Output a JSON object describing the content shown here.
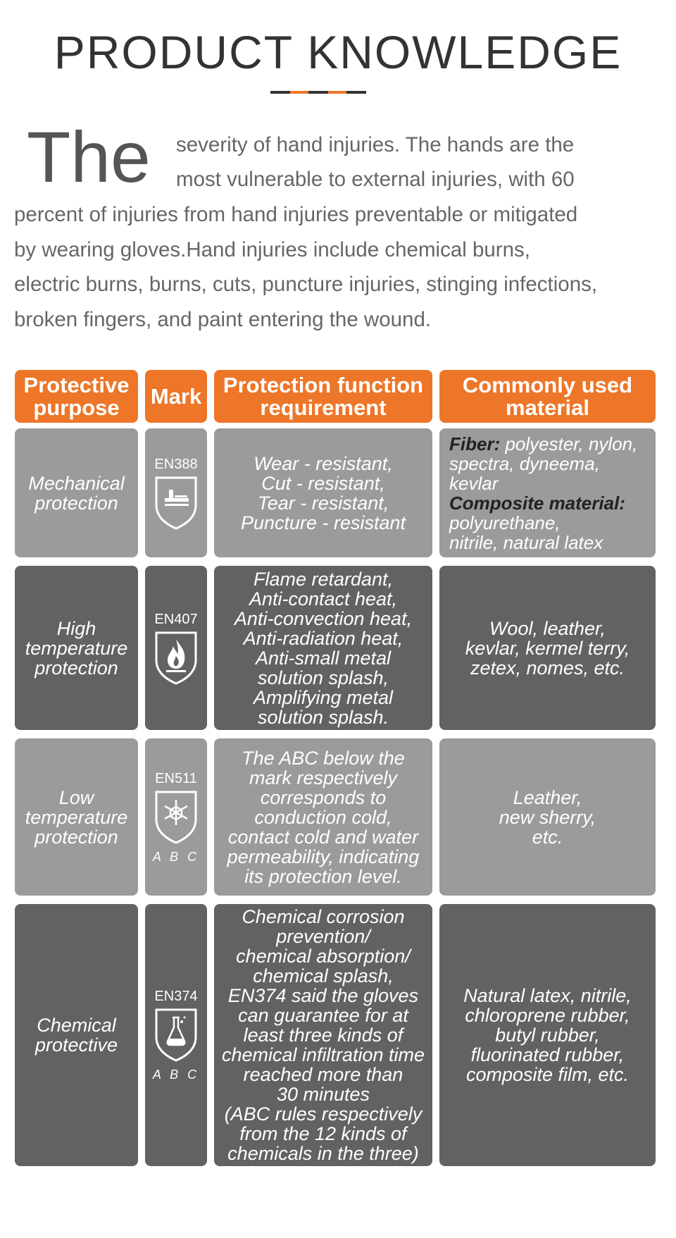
{
  "title": "PRODUCT KNOWLEDGE",
  "intro": {
    "drop_word": "The",
    "lines": [
      "severity of hand injuries. The hands are the",
      "most vulnerable to external injuries, with 60",
      "percent of injuries from hand injuries preventable or mitigated",
      "by wearing gloves.Hand injuries include chemical burns,",
      "electric burns, burns, cuts, puncture injuries, stinging infections,",
      "broken fingers, and paint entering the wound."
    ]
  },
  "colors": {
    "accent": "#ed7628",
    "dark_bar": "#333333",
    "light_cell": "#9b9b9b",
    "dark_cell": "#626262"
  },
  "table": {
    "headers": [
      "Protective\npurpose",
      "Mark",
      "Protection function\nrequirement",
      "Commonly used\nmaterial"
    ],
    "rows": [
      {
        "purpose": "Mechanical\nprotection",
        "mark_code": "EN388",
        "mark_icon": "mechanical-shield-icon",
        "mark_sub": "",
        "function": "Wear - resistant,\nCut - resistant,\nTear - resistant,\nPuncture - resistant",
        "material_fiber_label": "Fiber:",
        "material_fiber": " polyester, nylon,\nspectra, dyneema,\nkevlar",
        "material_comp_label": "Composite material:",
        "material_comp": "\n polyurethane,\nnitrile, natural latex"
      },
      {
        "purpose": "High\ntemperature\nprotection",
        "mark_code": "EN407",
        "mark_icon": "flame-shield-icon",
        "mark_sub": "",
        "function": "Flame retardant,\nAnti-contact heat,\nAnti-convection heat,\nAnti-radiation heat,\nAnti-small metal\nsolution splash,\nAmplifying metal\nsolution splash.",
        "material": "Wool, leather,\nkevlar, kermel terry,\nzetex, nomes, etc."
      },
      {
        "purpose": "Low\ntemperature\nprotection",
        "mark_code": "EN511",
        "mark_icon": "snowflake-shield-icon",
        "mark_sub": "A B C",
        "function": "The ABC below the\nmark respectively\ncorresponds to\nconduction cold,\ncontact cold and water\npermeability, indicating\nits protection level.",
        "material": "Leather,\nnew sherry,\netc."
      },
      {
        "purpose": "Chemical\nprotective",
        "mark_code": "EN374",
        "mark_icon": "flask-shield-icon",
        "mark_sub": "A B C",
        "function": "Chemical corrosion\nprevention/\nchemical absorption/\nchemical splash,\nEN374 said the gloves\ncan guarantee for at\nleast three kinds of\nchemical infiltration time\nreached more than\n30 minutes\n(ABC rules respectively\nfrom the 12 kinds of\nchemicals in the three)",
        "material": "Natural latex, nitrile,\nchloroprene rubber,\nbutyl rubber,\nfluorinated rubber,\ncomposite film, etc."
      }
    ]
  }
}
